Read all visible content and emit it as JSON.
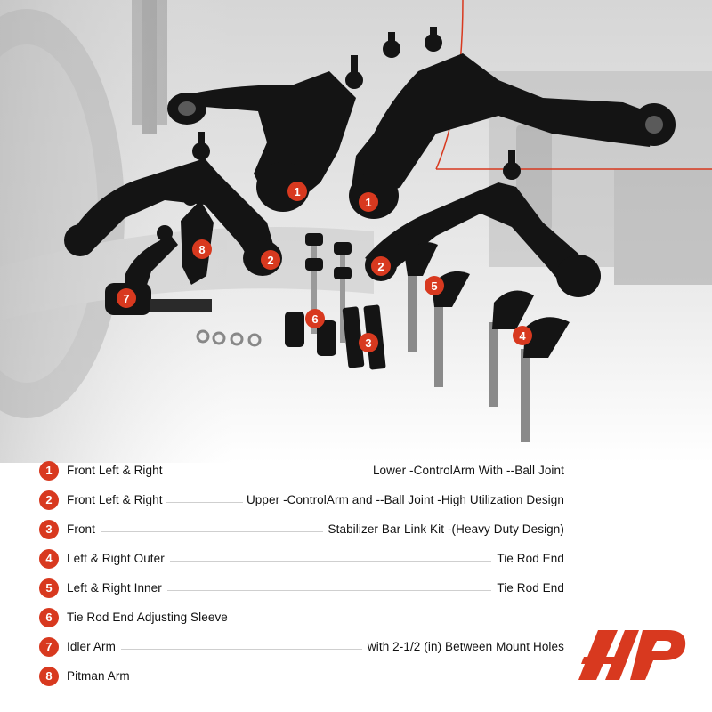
{
  "legend": {
    "items": [
      {
        "num": "1",
        "left": "Front Left  &  Right",
        "right": "Lower -ControlArm With --Ball Joint"
      },
      {
        "num": "2",
        "left": "Front Left  &  Right",
        "right": "Upper -ControlArm and --Ball Joint -High Utilization Design"
      },
      {
        "num": "3",
        "left": "Front",
        "right": "Stabilizer Bar Link Kit -(Heavy Duty Design)"
      },
      {
        "num": "4",
        "left": "Left  & Right  Outer",
        "right": "Tie Rod End"
      },
      {
        "num": "5",
        "left": "Left  &  Right  Inner",
        "right": "Tie Rod End"
      },
      {
        "num": "6",
        "left": "Tie Rod End Adjusting Sleeve",
        "right": ""
      },
      {
        "num": "7",
        "left": "Idler Arm",
        "right": "with 2-1/2 (in) Between Mount Holes"
      },
      {
        "num": "8",
        "left": "Pitman Arm",
        "right": ""
      }
    ]
  },
  "callouts": {
    "lower_arm_left": "1",
    "lower_arm_right": "1",
    "upper_arm_left": "2",
    "upper_arm_right": "2",
    "sleeves": "3",
    "outer_tie_rod": "4",
    "inner_tie_rod": "5",
    "stabilizer_link": "6",
    "idler_arm": "7",
    "pitman_arm": "8"
  },
  "colors": {
    "accent": "#d8391f",
    "part": "#141414",
    "text": "#111111"
  }
}
